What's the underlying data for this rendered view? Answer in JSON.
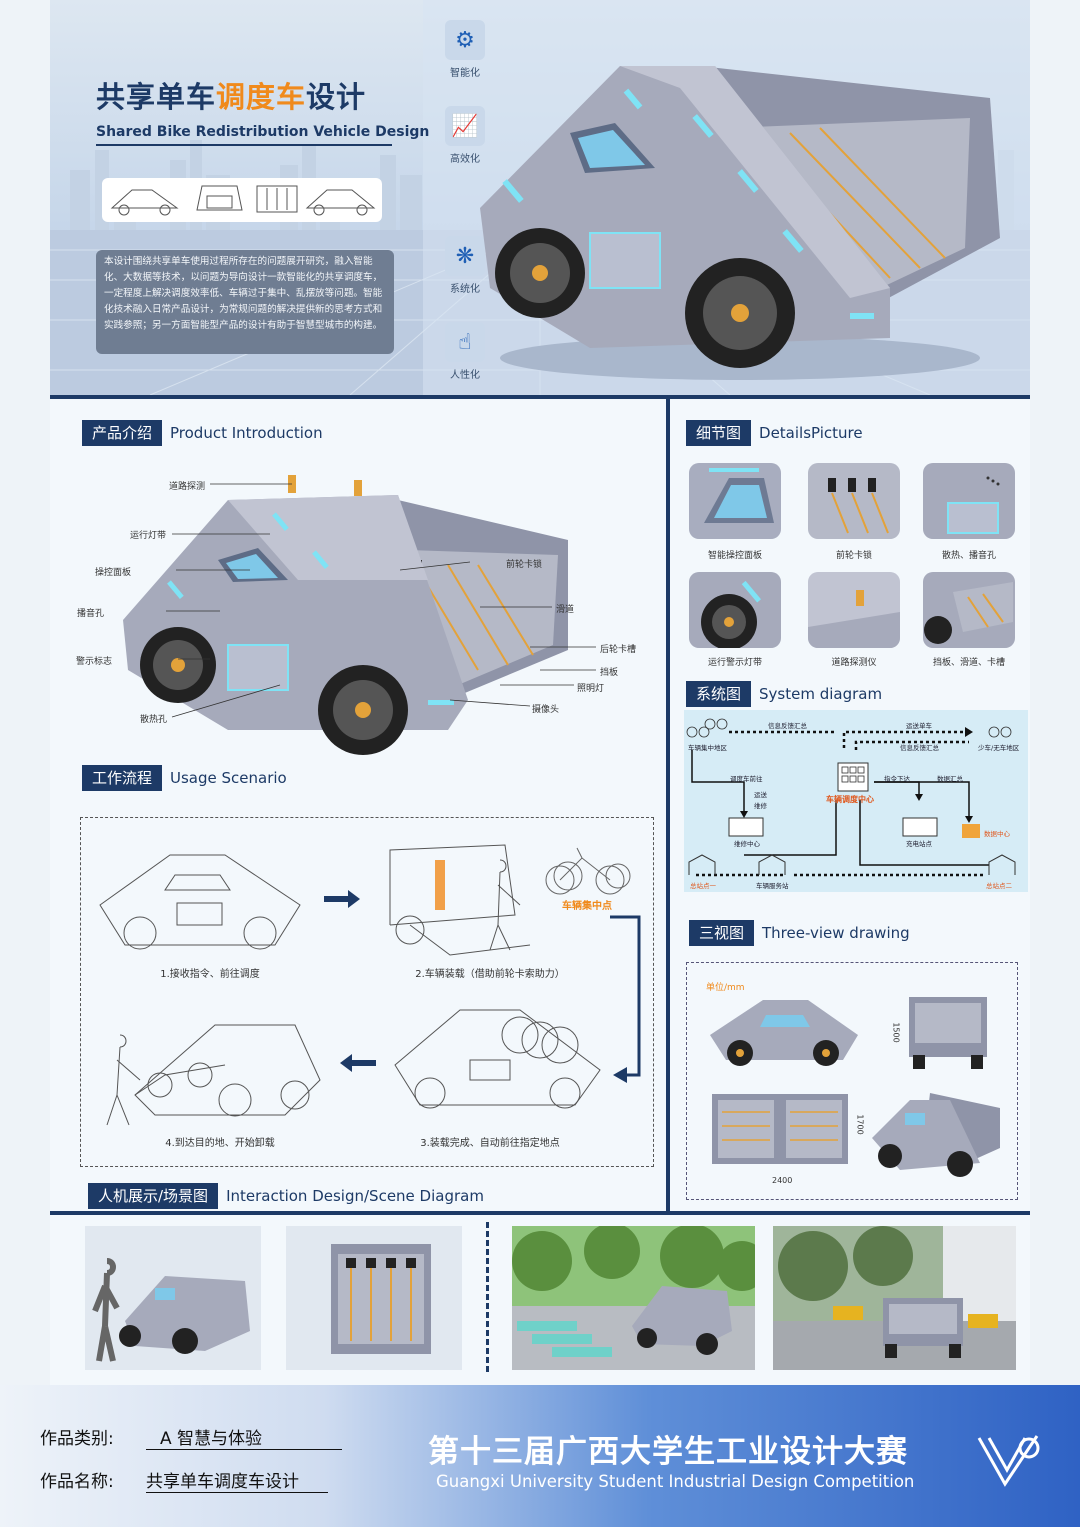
{
  "hero": {
    "title_part1": "共享单车",
    "title_highlight": "调度车",
    "title_part3": "设计",
    "subtitle": "Shared Bike Redistribution Vehicle Design",
    "description": "本设计围绕共享单车使用过程所存在的问题展开研究，融入智能化、大数据等技术，以问题为导向设计一款智能化的共享调度车，一定程度上解决调度效率低、车辆过于集中、乱摆放等问题。智能化技术融入日常产品设计，为常规问题的解决提供新的思考方式和实践参照；另一方面智能型产品的设计有助于智慧型城市的构建。",
    "features": [
      {
        "icon": "gear-brain-icon",
        "label": "智能化"
      },
      {
        "icon": "growth-chart-icon",
        "label": "高效化"
      },
      {
        "icon": "network-icon",
        "label": "系统化"
      },
      {
        "icon": "hand-touch-icon",
        "label": "人性化"
      }
    ]
  },
  "product_intro": {
    "title_cn": "产品介绍",
    "title_en": "Product  Introduction",
    "labels": [
      "道路探测",
      "运行灯带",
      "操控面板",
      "播音孔",
      "警示标志",
      "散热孔",
      "前轮卡锁",
      "滑道",
      "后轮卡槽",
      "挡板",
      "照明灯",
      "摄像头"
    ]
  },
  "details": {
    "title_cn": "细节图",
    "title_en": "DetailsPicture",
    "items": [
      "智能操控面板",
      "前轮卡锁",
      "散热、播音孔",
      "运行警示灯带",
      "道路探测仪",
      "挡板、滑道、卡槽"
    ]
  },
  "system": {
    "title_cn": "系统图",
    "title_en": "System diagram",
    "labels": {
      "gather": "车辆集中地区",
      "feedback1": "信息反馈汇总",
      "transport": "运送单车",
      "few": "少车/无车地区",
      "feedback2": "信息反馈汇总",
      "dispatch_front": "调度车前往",
      "deliver": "运送",
      "repair": "维修",
      "instruction": "指令下达",
      "data_sum": "数据汇总",
      "center": "车辆调度中心",
      "repair_center": "维修中心",
      "charge": "充电站点",
      "data_center": "数据中心",
      "station1": "总站点一",
      "service": "车辆服务站",
      "station2": "总站点二"
    }
  },
  "usage": {
    "title_cn": "工作流程",
    "title_en": "Usage Scenario",
    "steps": [
      "1.接收指令、前往调度",
      "2.车辆装载（借助前轮卡索助力）",
      "3.装载完成、自动前往指定地点",
      "4.到达目的地、开始卸载"
    ],
    "gather_point": "车辆集中点",
    "side_text": "车辆集中点"
  },
  "three_view": {
    "title_cn": "三视图",
    "title_en": "Three-view drawing",
    "unit": "单位/mm",
    "dim_height": "1500",
    "dim_width": "1700",
    "dim_length": "2400"
  },
  "interaction": {
    "title_cn": "人机展示/场景图",
    "title_en": "Interaction Design/Scene Diagram"
  },
  "footer": {
    "category_label": "作品类别:",
    "category_value": "A  智慧与体验",
    "name_label": "作品名称:",
    "name_value": "共享单车调度车设计",
    "competition_cn": "第十三届广西大学生工业设计大赛",
    "competition_en": "Guangxi University Student Industrial Design Competition"
  },
  "colors": {
    "navy": "#1d3a66",
    "accent": "#f08a1c",
    "vehicle_body": "#9ea3b8",
    "light_strip": "#7fe3f5"
  }
}
